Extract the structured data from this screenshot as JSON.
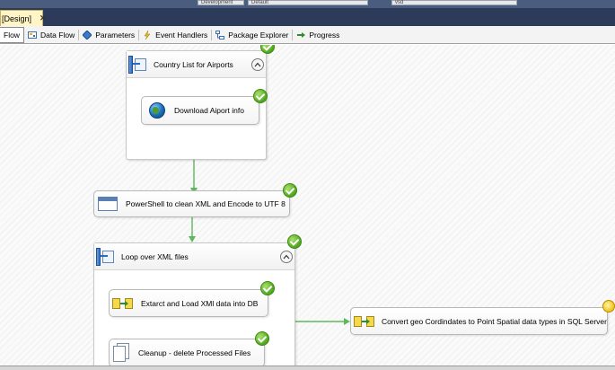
{
  "toolbar": {
    "config_value": "Development",
    "platform_value": "Default",
    "search_value": "vsd"
  },
  "doc_tab": {
    "label": "[Design]",
    "close": "✕"
  },
  "designer_tabs": [
    {
      "label": "Flow",
      "icon": "control-flow-icon",
      "active": true
    },
    {
      "label": "Data Flow",
      "icon": "data-flow-icon"
    },
    {
      "label": "Parameters",
      "icon": "parameters-icon"
    },
    {
      "label": "Event Handlers",
      "icon": "event-handlers-icon"
    },
    {
      "label": "Package Explorer",
      "icon": "package-explorer-icon"
    },
    {
      "label": "Progress",
      "icon": "progress-icon"
    }
  ],
  "canvas": {
    "country_list": {
      "label": "Country List for Airports",
      "status": "success"
    },
    "download": {
      "label": "Download Aiport info",
      "status": "success"
    },
    "powershell": {
      "label": "PowerShell to clean XML and Encode to UTF 8",
      "status": "success"
    },
    "loop": {
      "label": "Loop over XML files",
      "status": "success"
    },
    "extract": {
      "label": "Extarct and Load XMl data into DB",
      "status": "success"
    },
    "cleanup": {
      "label": "Cleanup - delete Processed Files",
      "status": "success"
    },
    "convert": {
      "label": "Convert geo Cordindates to Point Spatial data types in SQL Server",
      "status": "executing"
    },
    "colors": {
      "success": "#4fa51e",
      "connector": "#5cb85c",
      "executing": "#f2c21a"
    }
  }
}
